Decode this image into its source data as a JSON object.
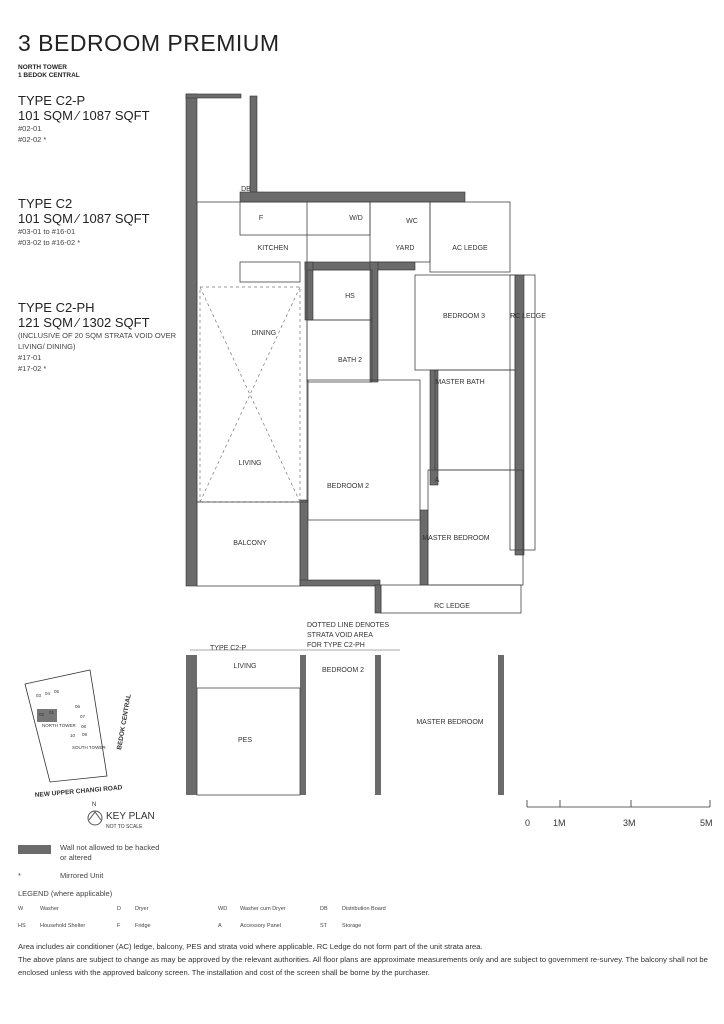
{
  "header": {
    "title": "3 BEDROOM PREMIUM",
    "tower": "NORTH TOWER",
    "address": "1 BEDOK CENTRAL"
  },
  "types": [
    {
      "name": "TYPE C2-P",
      "area": "101 SQM  ⁄  1087 SQFT",
      "note": "",
      "units": [
        "#02-01",
        "#02-02 *"
      ]
    },
    {
      "name": "TYPE C2",
      "area": "101 SQM  ⁄  1087 SQFT",
      "note": "",
      "units": [
        "#03-01 to #16-01",
        "#03-02 to #16-02 *"
      ]
    },
    {
      "name": "TYPE C2-PH",
      "area": "121 SQM  ⁄  1302 SQFT",
      "note": "(INCLUSIVE OF 20 SQM STRATA VOID OVER LIVING/ DINING)",
      "units": [
        "#17-01",
        "#17-02 *"
      ]
    }
  ],
  "plan": {
    "labels": {
      "db": "DB",
      "f": "F",
      "wd": "W/D",
      "wc": "WC",
      "kitchen": "KITCHEN",
      "yard": "YARD",
      "ac_ledge": "AC LEDGE",
      "hs": "HS",
      "bedroom3": "BEDROOM 3",
      "rc_ledge_right": "RC LEDGE",
      "dining": "DINING",
      "bath2": "BATH 2",
      "master_bath": "MASTER BATH",
      "living": "LIVING",
      "bedroom2": "BEDROOM 2",
      "a": "A",
      "master_bedroom": "MASTER BEDROOM",
      "balcony": "BALCONY",
      "rc_ledge_bottom": "RC LEDGE"
    },
    "void_note": [
      "DOTTED LINE DENOTES",
      "STRATA VOID AREA",
      "FOR TYPE C2-PH"
    ],
    "alt_plan": {
      "title": "TYPE C2-P",
      "living": "LIVING",
      "bedroom2": "BEDROOM 2",
      "pes": "PES",
      "master_bedroom": "MASTER BEDROOM"
    }
  },
  "key_plan": {
    "title": "KEY PLAN",
    "subtitle": "NOT TO SCALE",
    "north": "N",
    "road_bottom": "NEW UPPER CHANGI ROAD",
    "road_right": "BEDOK CENTRAL",
    "north_tower": "NORTH TOWER",
    "south_tower": "SOUTH TOWER",
    "unit_numbers": [
      "03",
      "04",
      "05",
      "02",
      "01",
      "06",
      "07",
      "08",
      "10",
      "09"
    ]
  },
  "scale_bar": {
    "ticks": [
      "0",
      "1M",
      "3M",
      "5M"
    ]
  },
  "legend": {
    "wall_note": [
      "Wall not allowed to be hacked",
      "or altered"
    ],
    "mirrored_symbol": "*",
    "mirrored_label": "Mirrored Unit",
    "heading": "LEGEND (where applicable)",
    "items": [
      {
        "code": "W",
        "label": "Washer"
      },
      {
        "code": "D",
        "label": "Dryer"
      },
      {
        "code": "WD",
        "label": "Washer cum Dryer"
      },
      {
        "code": "DB",
        "label": "Distribution Board"
      },
      {
        "code": "HS",
        "label": "Household Shelter"
      },
      {
        "code": "F",
        "label": "Fridge"
      },
      {
        "code": "A",
        "label": "Accessory Panel"
      },
      {
        "code": "ST",
        "label": "Storage"
      }
    ],
    "wall_color": "#6b6b6b"
  },
  "notes": [
    "Area includes air conditioner (AC) ledge, balcony, PES and strata void where applicable.  RC Ledge do not form part of the unit strata area.",
    "The above plans are subject to change as may be approved by the relevant authorities. All floor plans are approximate measurements only and are subject to government re-survey. The balcony shall not be enclosed unless with the approved balcony screen. The installation and cost of the screen shall be borne by the purchaser."
  ]
}
